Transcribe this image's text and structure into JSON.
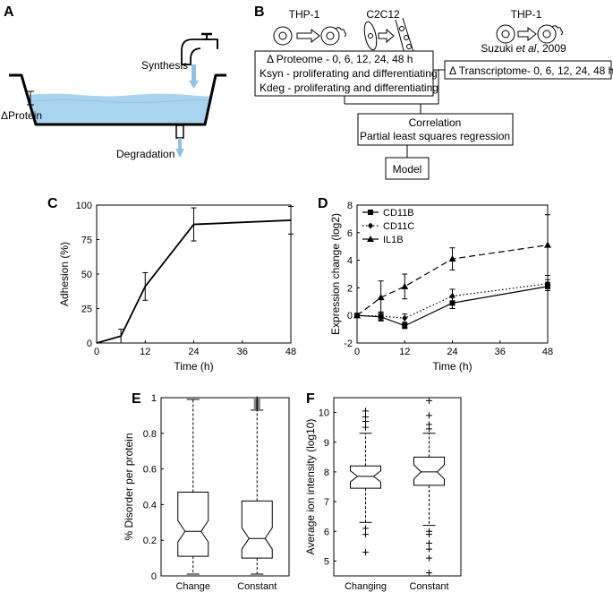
{
  "panel_labels": {
    "a": "A",
    "b": "B",
    "c": "C",
    "d": "D",
    "e": "E",
    "f": "F"
  },
  "panel_a": {
    "synthesis": "Synthesis",
    "delta_protein": "ΔProtein",
    "degradation": "Degradation",
    "water_color": "#a9d4ef",
    "arrow_color": "#8ec3e6"
  },
  "panel_b": {
    "cell_left": "THP-1",
    "cell_mid": "C2C12",
    "cell_right": "THP-1",
    "citation_prefix": "Suzuki ",
    "citation_italic": "et al",
    "citation_suffix": ", 2009",
    "proteome_lines": [
      "Δ Proteome - 0, 6, 12, 24, 48 h",
      "Ksyn - proliferating and differentiating",
      "Kdeg - proliferating and differentiating"
    ],
    "transcriptome": "Δ Transcriptome- 0, 6, 12, 24, 48 h",
    "correlation_lines": [
      "Correlation",
      "Partial least squares regression"
    ],
    "model": "Model"
  },
  "chart_data": [
    {
      "panel": "C",
      "type": "line",
      "xlabel": "Time (h)",
      "ylabel": "Adhesion (%)",
      "xlim": [
        0,
        48
      ],
      "ylim": [
        0,
        100
      ],
      "xticks": [
        0,
        12,
        24,
        36,
        48
      ],
      "yticks": [
        0,
        25,
        50,
        75,
        100
      ],
      "series": [
        {
          "x": [
            0,
            6,
            12,
            24,
            48
          ],
          "y": [
            0,
            5,
            41,
            86,
            89
          ],
          "err": [
            0,
            5,
            10,
            12,
            10
          ],
          "style": "solid"
        }
      ]
    },
    {
      "panel": "D",
      "type": "line",
      "xlabel": "Time (h)",
      "ylabel": "Expression change (log2)",
      "xlim": [
        0,
        48
      ],
      "ylim": [
        -2,
        8
      ],
      "xticks": [
        0,
        12,
        24,
        36,
        48
      ],
      "yticks": [
        -2,
        0,
        2,
        4,
        6,
        8
      ],
      "legend": "top-left",
      "series": [
        {
          "name": "CD11B",
          "marker": "square",
          "style": "solid",
          "x": [
            0,
            6,
            12,
            24,
            48
          ],
          "y": [
            0,
            -0.1,
            -0.75,
            0.9,
            2.1
          ],
          "err": [
            0,
            0.3,
            0.2,
            0.4,
            0.3
          ]
        },
        {
          "name": "CD11C",
          "marker": "diamond",
          "style": "dotted",
          "x": [
            0,
            6,
            12,
            24,
            48
          ],
          "y": [
            0,
            -0.05,
            -0.2,
            1.4,
            2.3
          ],
          "err": [
            0,
            0.3,
            0.3,
            0.5,
            0.3
          ]
        },
        {
          "name": "IL1B",
          "marker": "triangle",
          "style": "dashed",
          "x": [
            0,
            6,
            12,
            24,
            48
          ],
          "y": [
            0,
            1.3,
            2.1,
            4.1,
            5.1
          ],
          "err": [
            0,
            1.2,
            0.9,
            0.8,
            2.2
          ]
        }
      ]
    },
    {
      "panel": "E",
      "type": "box",
      "ylabel": "% Disorder per protein",
      "ylim": [
        0,
        1
      ],
      "yticks": [
        0,
        0.2,
        0.4,
        0.6,
        0.8,
        1
      ],
      "categories": [
        "Change",
        "Constant"
      ],
      "boxes": [
        {
          "min": 0.01,
          "q1": 0.11,
          "median": 0.25,
          "q3": 0.47,
          "max": 0.99,
          "outliers": []
        },
        {
          "min": 0.01,
          "q1": 0.1,
          "median": 0.21,
          "q3": 0.42,
          "max": 0.93,
          "outliers": [
            0.94,
            0.95,
            0.96,
            0.97,
            0.98,
            0.99
          ]
        }
      ]
    },
    {
      "panel": "F",
      "type": "box",
      "ylabel": "Average ion intensity (log10)",
      "ylim": [
        4.5,
        10.5
      ],
      "yticks": [
        5,
        6,
        7,
        8,
        9,
        10
      ],
      "categories": [
        "Changing",
        "Constant"
      ],
      "boxes": [
        {
          "min": 6.3,
          "q1": 7.45,
          "median": 7.85,
          "q3": 8.2,
          "max": 9.3,
          "outliers": [
            5.3,
            5.9,
            6.1,
            9.5,
            9.7,
            9.85,
            10.05
          ]
        },
        {
          "min": 6.2,
          "q1": 7.55,
          "median": 8.0,
          "q3": 8.5,
          "max": 9.3,
          "outliers": [
            4.6,
            5.1,
            5.4,
            5.6,
            5.9,
            6.0,
            9.45,
            9.6,
            9.9,
            10.4
          ]
        }
      ]
    }
  ]
}
